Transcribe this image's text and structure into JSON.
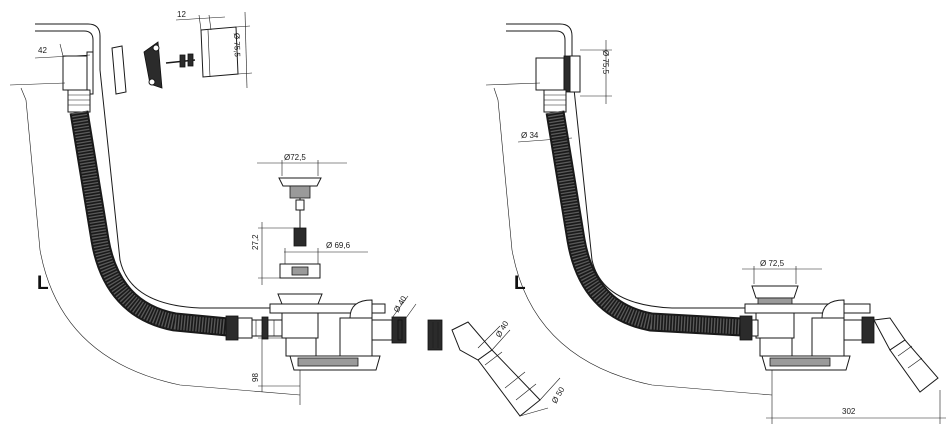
{
  "left": {
    "dims": {
      "overflow_offset": "42",
      "cap_thickness": "12",
      "cap_diameter": "Ø 75,5",
      "plug_diameter": "Ø72,5",
      "spindle_height": "27,2",
      "flange_diameter": "Ø 69,6",
      "outlet_diameter": "Ø 40",
      "elbow_diameter": "Ø 40",
      "pipe_diameter": "Ø 50",
      "trap_height": "98",
      "length_label": "L"
    }
  },
  "right": {
    "dims": {
      "cap_diameter": "Ø 75,5",
      "hose_diameter": "Ø 34",
      "plug_diameter": "Ø 72,5",
      "horizontal_span": "302",
      "length_label": "L"
    }
  }
}
